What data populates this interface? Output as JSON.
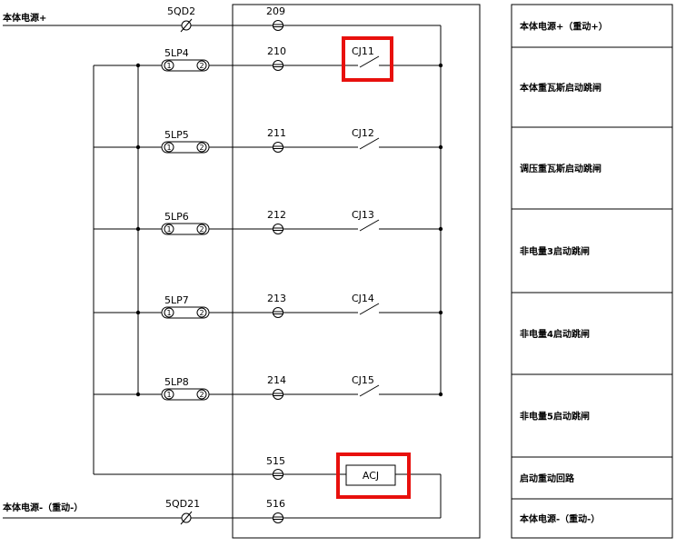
{
  "colors": {
    "line": "#000000",
    "highlight": "#e8100d",
    "background": "#ffffff"
  },
  "top_rail": {
    "left_text": "本体电源+",
    "device": "5QD2",
    "terminal": "209"
  },
  "branches": [
    {
      "plate": "5LP4",
      "terminal": "210",
      "contact": "CJ11",
      "highlighted": true
    },
    {
      "plate": "5LP5",
      "terminal": "211",
      "contact": "CJ12",
      "highlighted": false
    },
    {
      "plate": "5LP6",
      "terminal": "212",
      "contact": "CJ13",
      "highlighted": false
    },
    {
      "plate": "5LP7",
      "terminal": "213",
      "contact": "CJ14",
      "highlighted": false
    },
    {
      "plate": "5LP8",
      "terminal": "214",
      "contact": "CJ15",
      "highlighted": false
    }
  ],
  "plate_pins": [
    "1",
    "2"
  ],
  "relay": {
    "terminal": "515",
    "label": "ACJ",
    "highlighted": true
  },
  "bottom_rail": {
    "left_text": "本体电源-（重动-）",
    "device": "5QD21",
    "terminal": "516"
  },
  "table_rows": [
    "本体电源+（重动+）",
    "本体重瓦斯启动跳闸",
    "调压重瓦斯启动跳闸",
    "非电量3启动跳闸",
    "非电量4启动跳闸",
    "非电量5启动跳闸",
    "启动重动回路",
    "本体电源-（重动-）"
  ]
}
